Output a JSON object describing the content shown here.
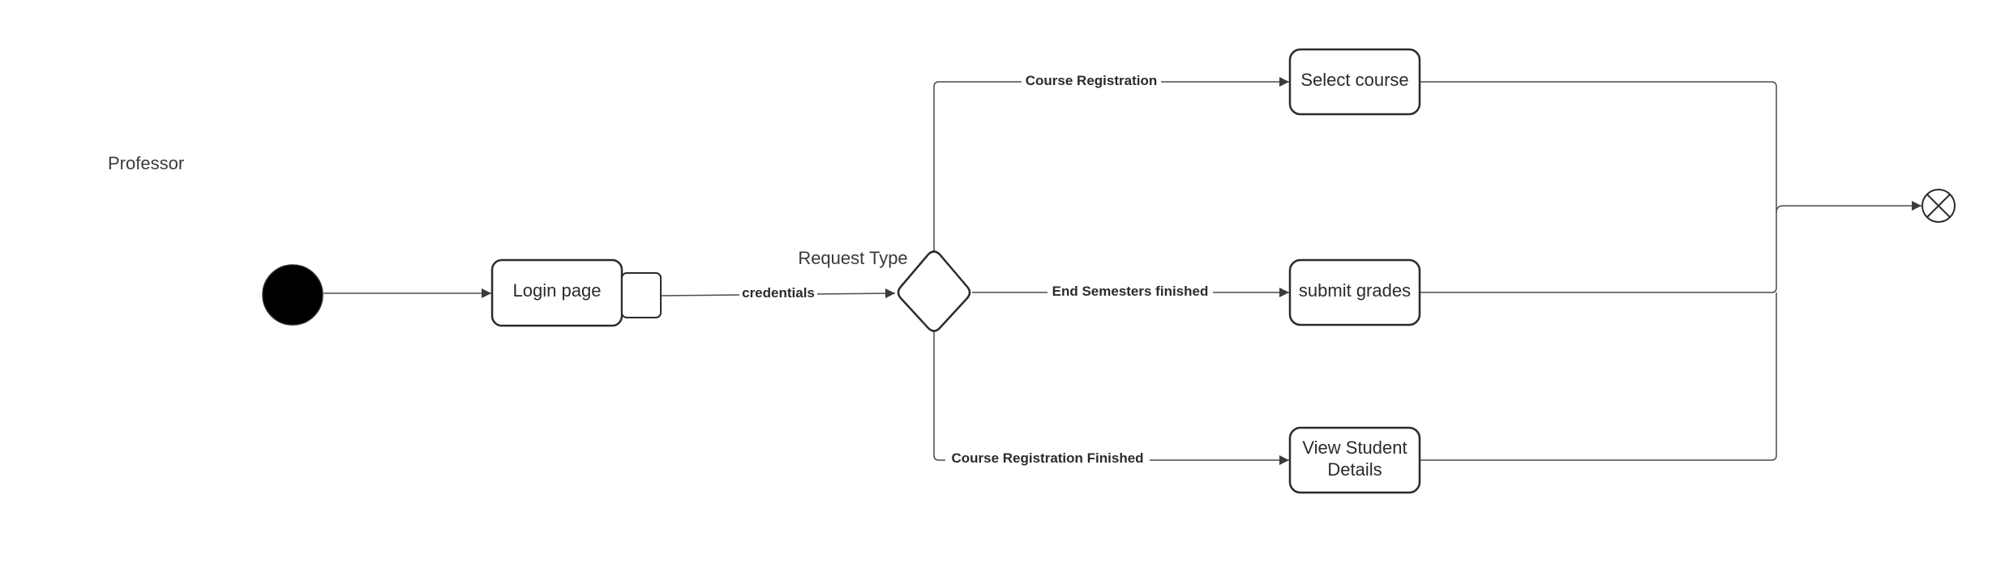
{
  "diagram": {
    "actor_label": "Professor",
    "decision_label": "Request Type",
    "nodes": {
      "login": "Login page",
      "select_course": "Select course",
      "submit_grades": "submit grades",
      "view_student_line1": "View Student",
      "view_student_line2": "Details"
    },
    "edges": {
      "credentials": "credentials",
      "course_registration": "Course Registration",
      "end_semesters_finished": "End Semesters finished",
      "course_registration_finished": "Course Registration Finished"
    },
    "colors": {
      "stroke": "#2a2a30",
      "edge": "#4a4a52",
      "initial_fill": "#000000",
      "text": "#2b2b2b",
      "background": "#ffffff"
    },
    "icons": {
      "initial": "initial-node-icon",
      "final": "flow-final-icon"
    }
  }
}
